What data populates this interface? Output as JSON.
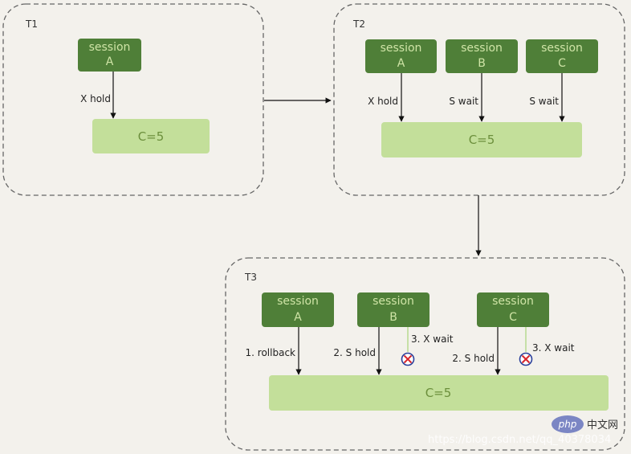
{
  "frames": {
    "t1": {
      "label": "T1"
    },
    "t2": {
      "label": "T2"
    },
    "t3": {
      "label": "T3"
    }
  },
  "colors": {
    "session_fill": "#4f7f38",
    "session_text": "#cfe4a6",
    "record_fill": "#c3df9a",
    "record_text": "#6c8f3c",
    "frame_stroke": "#666666",
    "wait_line": "#a8d47a",
    "blocked_icon_ring": "#2a3f9a",
    "blocked_icon_cross": "#d8262c"
  },
  "session_word": "session",
  "t1": {
    "session_a": {
      "name": "A"
    },
    "edge_a": "X hold",
    "record": "C=5"
  },
  "t2": {
    "session_a": {
      "name": "A"
    },
    "session_b": {
      "name": "B"
    },
    "session_c": {
      "name": "C"
    },
    "edge_a": "X hold",
    "edge_b": "S wait",
    "edge_c": "S wait",
    "record": "C=5"
  },
  "t3": {
    "session_a": {
      "name": "A"
    },
    "session_b": {
      "name": "B"
    },
    "session_c": {
      "name": "C"
    },
    "edge_a": "1. rollback",
    "edge_b_hold": "2. S hold",
    "edge_b_wait": "3. X wait",
    "edge_c_hold": "2. S hold",
    "edge_c_wait": "3. X wait",
    "record": "C=5"
  },
  "watermark": {
    "logo": "php",
    "logo_cn": "中文网",
    "url": "https://blog.csdn.net/qq_40378034"
  }
}
